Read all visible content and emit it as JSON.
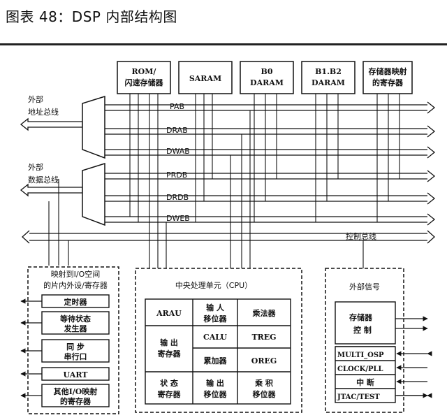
{
  "caption": "图表 48：DSP 内部结构图",
  "memory_blocks": [
    {
      "line1": "ROM/",
      "line2": "闪速存储器"
    },
    {
      "line1": "SARAM",
      "line2": ""
    },
    {
      "line1": "B0",
      "line2": "DARAM"
    },
    {
      "line1": "B1.B2",
      "line2": "DARAM"
    },
    {
      "line1": "存储器映射",
      "line2": "的寄存器"
    }
  ],
  "external": {
    "address_bus": [
      "外部",
      "地址总线"
    ],
    "data_bus": [
      "外部",
      "数据总线"
    ]
  },
  "buses": [
    "PAB",
    "DRAB",
    "DWAB",
    "PRDB",
    "DRDB",
    "DWEB"
  ],
  "control_bus": "控制总线",
  "io_panel": {
    "title": [
      "映射到I/O空间",
      "的片内外设/寄存器"
    ],
    "items": [
      [
        "定时器"
      ],
      [
        "等待状态",
        "发生器"
      ],
      [
        "同  步",
        "串行口"
      ],
      [
        "UART"
      ],
      [
        "其他I/O映射",
        "的寄存器"
      ]
    ]
  },
  "cpu": {
    "title": "中央处理单元（CPU）",
    "cells": {
      "arau": "ARAU",
      "input_shifter": [
        "输  人",
        "移位器"
      ],
      "multiplier": "乘法器",
      "output_reg": [
        "输  出",
        "寄存器"
      ],
      "calu": "CALU",
      "treg": "TREG",
      "accumulator": "累加器",
      "oreg": "OREG",
      "status_reg": [
        "状  态",
        "寄存器"
      ],
      "output_shifter": [
        "输  出",
        "移位器"
      ],
      "product_shifter": [
        "乘  积",
        "移位器"
      ]
    }
  },
  "ext_signals": {
    "title": "外部信号",
    "items": [
      [
        "存储器",
        "控  制"
      ],
      [
        "MULTI_OSP"
      ],
      [
        "CLOCK/PLL"
      ],
      [
        "中  断"
      ],
      [
        "JTAC/TEST"
      ]
    ]
  }
}
